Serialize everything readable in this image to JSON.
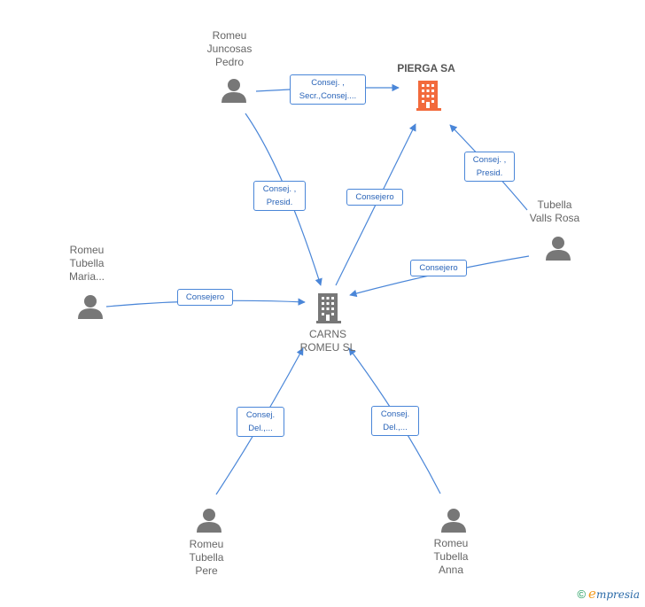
{
  "nodes": {
    "pierga": {
      "name_lines": [
        "PIERGA SA"
      ],
      "color": "#f26a3c"
    },
    "carns": {
      "name_lines": [
        "CARNS",
        "ROMEU SL"
      ],
      "color": "#777777"
    },
    "pedro": {
      "name_lines": [
        "Romeu",
        "Juncosas",
        "Pedro"
      ]
    },
    "rosa": {
      "name_lines": [
        "Tubella",
        "Valls Rosa"
      ]
    },
    "maria": {
      "name_lines": [
        "Romeu",
        "Tubella",
        "Maria..."
      ]
    },
    "pere": {
      "name_lines": [
        "Romeu",
        "Tubella",
        "Pere"
      ]
    },
    "anna": {
      "name_lines": [
        "Romeu",
        "Tubella",
        "Anna"
      ]
    }
  },
  "edges": {
    "pedro_pierga": [
      "Consej. ,",
      "Secr.,Consej...."
    ],
    "pedro_carns": [
      "Consej. ,",
      "Presid."
    ],
    "carns_pierga": [
      "Consejero"
    ],
    "rosa_pierga": [
      "Consej. ,",
      "Presid."
    ],
    "rosa_carns": [
      "Consejero"
    ],
    "maria_carns": [
      "Consejero"
    ],
    "pere_carns": [
      "Consej.",
      "Del.,..."
    ],
    "anna_carns": [
      "Consej.",
      "Del.,..."
    ]
  },
  "colors": {
    "edge": "#4a86d8",
    "person": "#777777"
  },
  "footer": {
    "copyright": "©",
    "brand_e": "e",
    "brand_rest": "mpresia"
  }
}
